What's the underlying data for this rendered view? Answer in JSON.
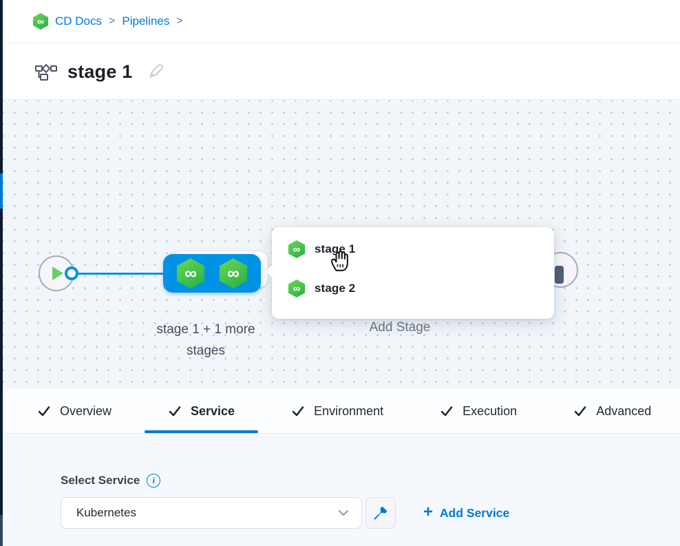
{
  "breadcrumb": {
    "items": [
      {
        "label": "CD Docs"
      },
      {
        "label": "Pipelines"
      }
    ],
    "separator": ">"
  },
  "title_bar": {
    "title": "stage 1"
  },
  "canvas": {
    "stage_group_label_line1": "stage 1 + 1 more",
    "stage_group_label_line2": "stages",
    "add_stage_label": "Add Stage",
    "popup_items": [
      {
        "label": "stage 1"
      },
      {
        "label": "stage 2"
      }
    ]
  },
  "icons": {
    "infinity_glyph": "∞"
  },
  "tabs": [
    {
      "label": "Overview"
    },
    {
      "label": "Service"
    },
    {
      "label": "Environment"
    },
    {
      "label": "Execution"
    },
    {
      "label": "Advanced"
    }
  ],
  "service_section": {
    "label": "Select Service",
    "dropdown_value": "Kubernetes",
    "add_service_plus": "+",
    "add_service_label": "Add Service"
  },
  "colors": {
    "accent_blue": "#0278d5",
    "node_blue": "#0092e4",
    "hex_green_light": "#64d650",
    "hex_green_dark": "#2eb34a",
    "canvas_bg": "#f1f6fa"
  }
}
